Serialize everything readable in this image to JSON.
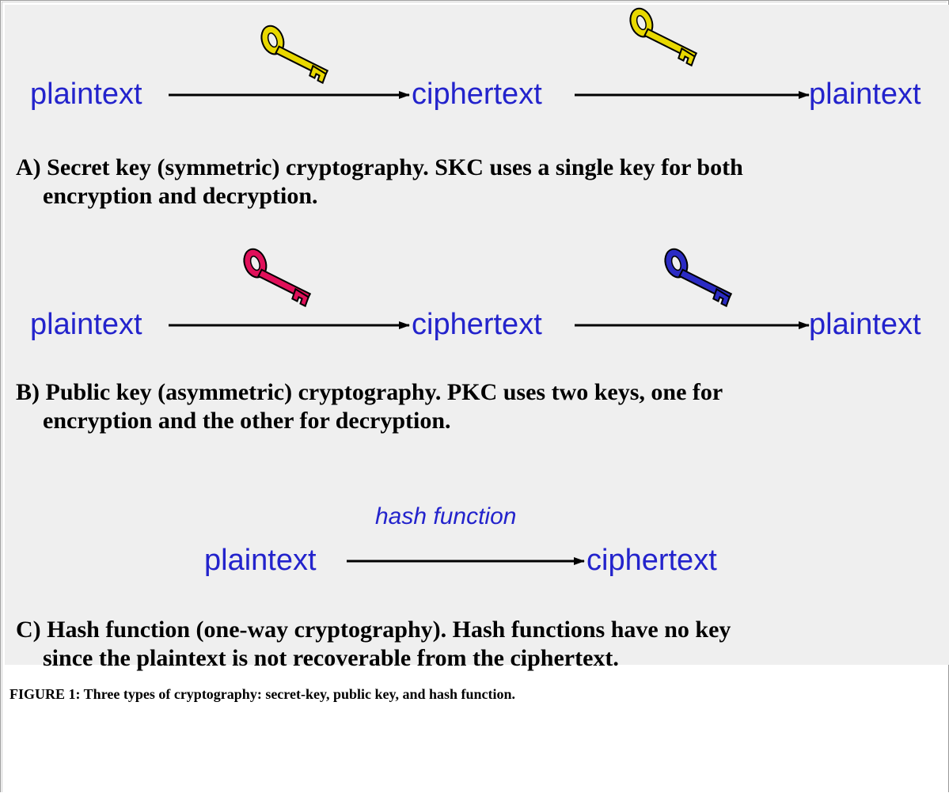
{
  "panel_a": {
    "start": "plaintext",
    "middle": "ciphertext",
    "end": "plaintext",
    "caption_line1": "A) Secret key (symmetric) cryptography. SKC uses a single key for both",
    "caption_line2": "encryption and decryption.",
    "key_colors": [
      "#e8d800",
      "#e8d800"
    ]
  },
  "panel_b": {
    "start": "plaintext",
    "middle": "ciphertext",
    "end": "plaintext",
    "caption_line1": "B) Public key (asymmetric) cryptography. PKC uses two keys, one for",
    "caption_line2": "encryption and the other for decryption.",
    "key_colors": [
      "#e0105a",
      "#2b2bc4"
    ]
  },
  "panel_c": {
    "label": "hash function",
    "start": "plaintext",
    "end": "ciphertext",
    "caption_line1": "C) Hash function (one-way cryptography). Hash functions have no key",
    "caption_line2": "since the plaintext is not recoverable from the ciphertext."
  },
  "figure_caption": "FIGURE 1: Three types of cryptography: secret-key, public key, and hash function.",
  "colors": {
    "text_blue": "#2323cc",
    "figure_background": "#efefef"
  },
  "icons": [
    "key-icon"
  ]
}
